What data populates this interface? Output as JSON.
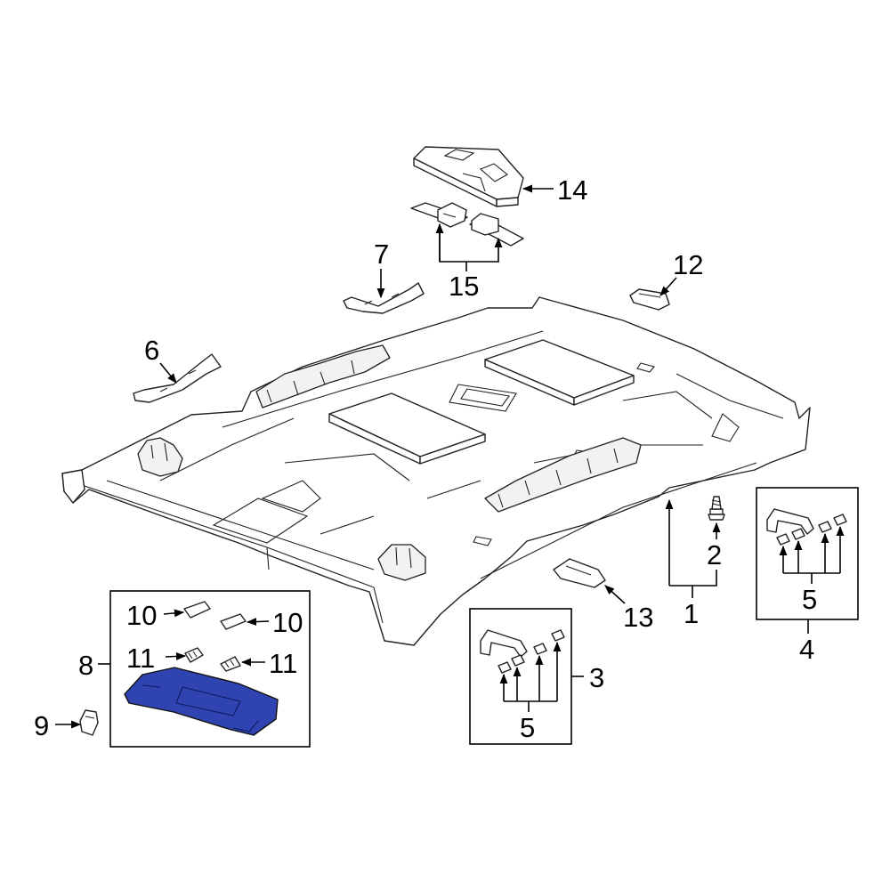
{
  "diagram": {
    "highlight_color": "#2f44b0",
    "callouts": {
      "c1": "1",
      "c2": "2",
      "c3": "3",
      "c4": "4",
      "c5a": "5",
      "c5b": "5",
      "c6": "6",
      "c7": "7",
      "c8": "8",
      "c9": "9",
      "c10a": "10",
      "c10b": "10",
      "c11a": "11",
      "c11b": "11",
      "c12": "12",
      "c13": "13",
      "c14": "14",
      "c15": "15"
    }
  }
}
